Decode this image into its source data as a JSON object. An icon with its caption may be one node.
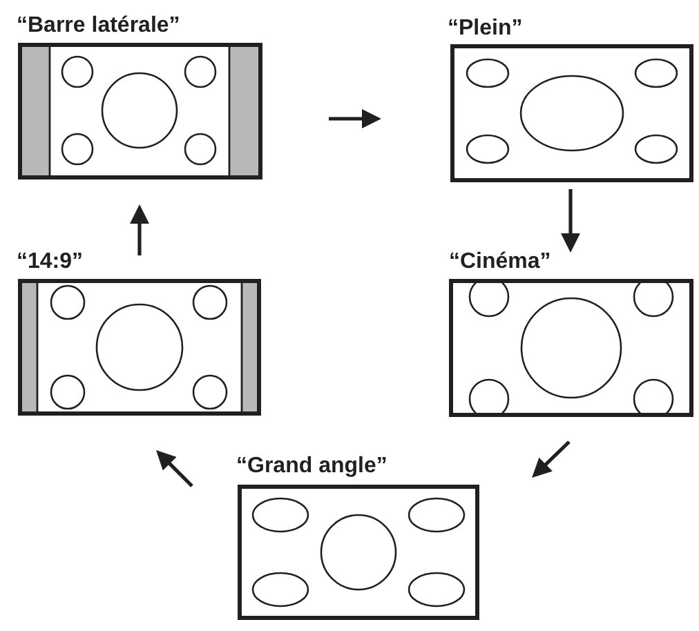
{
  "diagram": {
    "nodes": [
      {
        "text": [
          "“Barre latérale”"
        ]
      },
      {
        "text": [
          "“Plein”"
        ]
      },
      {
        "text": [
          "“14:9”"
        ]
      },
      {
        "text": [
          "“Cinéma”"
        ]
      },
      {
        "text": [
          "“Grand angle”"
        ]
      }
    ],
    "edges": [
      {
        "from": 0,
        "to": 1,
        "arrow": "to"
      },
      {
        "from": 1,
        "to": 3,
        "arrow": "to"
      },
      {
        "from": 3,
        "to": 4,
        "arrow": "to"
      },
      {
        "from": 4,
        "to": 2,
        "arrow": "to"
      },
      {
        "from": 2,
        "to": 0,
        "arrow": "to"
      }
    ]
  }
}
